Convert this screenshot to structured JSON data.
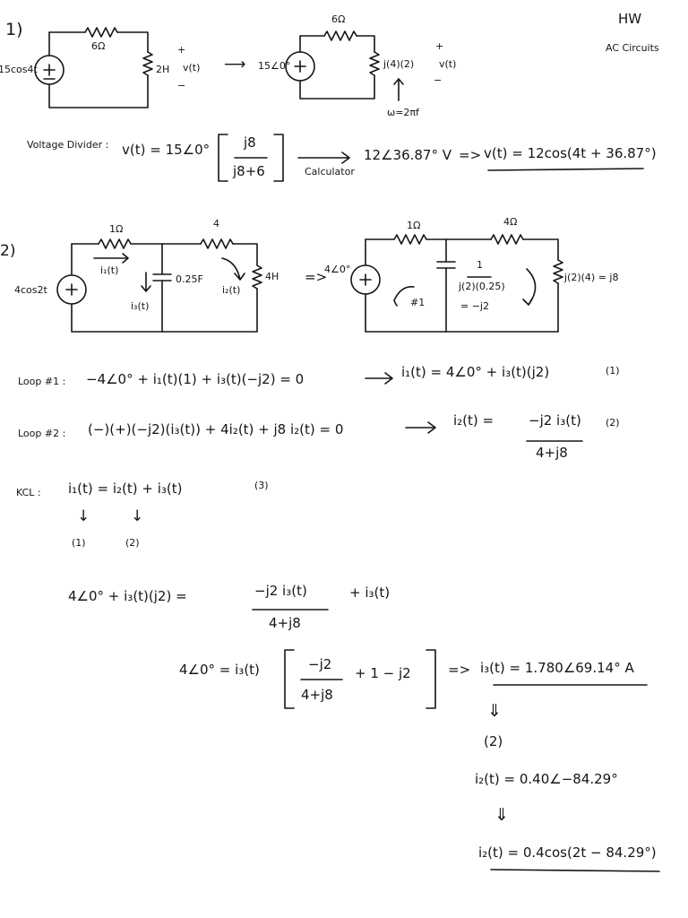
{
  "header": {
    "line1": "HW",
    "line2": "AC Circuits"
  },
  "problem1": {
    "number": "1)",
    "circuit_a": {
      "source": "15cos4t",
      "resistor": "6Ω",
      "inductor": "2H",
      "output": "v(t)",
      "plus": "+",
      "minus": "−"
    },
    "arrow": "⟶",
    "circuit_b": {
      "source": "15∠0°",
      "resistor": "6Ω",
      "inductor": "j(4)(2)",
      "output": "v(t)",
      "plus": "+",
      "minus": "−",
      "omega_note": "ω=2πf"
    },
    "voltage_divider_label": "Voltage Divider :",
    "equation_lhs": "v(t) = 15∠0°",
    "frac_num": "j8",
    "frac_den": "j8+6",
    "calculator_label": "Calculator",
    "result_phasor": "12∠36.87° V",
    "implies": "=>",
    "result_time": "v(t) = 12cos(4t + 36.87°)"
  },
  "problem2": {
    "number": "2)",
    "circuit_a": {
      "source": "4cos2t",
      "r1": "1Ω",
      "r2": "4",
      "capacitor": "0.25F",
      "inductor": "4H",
      "i1": "i₁(t)",
      "i2": "i₂(t)",
      "i3": "i₃(t)"
    },
    "implies": "=>",
    "circuit_b": {
      "source": "4∠0°",
      "r1": "1Ω",
      "r2": "4Ω",
      "cap_num": "1",
      "cap_den": "j(2)(0.25)",
      "cap_result": "= −j2",
      "inductor": "j(2)(4) = j8",
      "loop1": "#1"
    },
    "loop1_label": "Loop #1 :",
    "loop1_eq": "−4∠0° + i₁(t)(1) + i₃(t)(−j2) = 0",
    "loop1_result": "i₁(t) = 4∠0° + i₃(t)(j2)",
    "loop1_num": "(1)",
    "loop2_label": "Loop #2 :",
    "loop2_eq": "(−)(+)(−j2)(i₃(t)) + 4i₂(t) + j8 i₂(t) = 0",
    "loop2_result_num": "−j2 i₃(t)",
    "loop2_result_den": "4+j8",
    "loop2_result_lhs": "i₂(t) =",
    "loop2_num": "(2)",
    "kcl_label": "KCL :",
    "kcl_eq": "i₁(t) = i₂(t) + i₃(t)",
    "kcl_num": "(3)",
    "down_arrow": "↓",
    "kcl_ref1": "(1)",
    "kcl_ref2": "(2)",
    "sub_lhs": "4∠0° + i₃(t)(j2) =",
    "sub_frac_num": "−j2 i₃(t)",
    "sub_frac_den": "4+j8",
    "sub_rhs": "+ i₃(t)",
    "solve_lhs": "4∠0° = i₃(t)",
    "solve_frac_num": "−j2",
    "solve_frac_den": "4+j8",
    "solve_rest": "+ 1 − j2",
    "solve_result": "i₃(t) = 1.780∠69.14° A",
    "double_arrow": "⇓",
    "ref2": "(2)",
    "i2_phasor": "i₂(t) = 0.40∠−84.29°",
    "i2_final": "i₂(t) = 0.4cos(2t − 84.29°)"
  }
}
